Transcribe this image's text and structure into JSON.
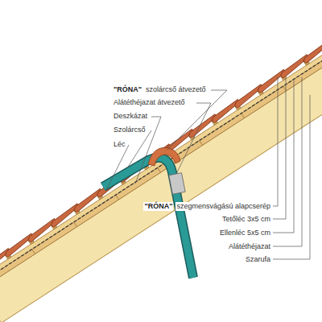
{
  "diagram": {
    "labels": [
      "\"RÓNA\"",
      "szolárcső átvezető",
      "Alátéthéjazat átvezető",
      "Deszkázat",
      "Szolárcső",
      "Léc",
      "\"RÓNA\"",
      "szegmensvágású alapcserép",
      "Tetőléc 3x5 cm",
      "Ellenléc 5x5 cm",
      "Alátéthéjazat",
      "Szarufa"
    ]
  }
}
